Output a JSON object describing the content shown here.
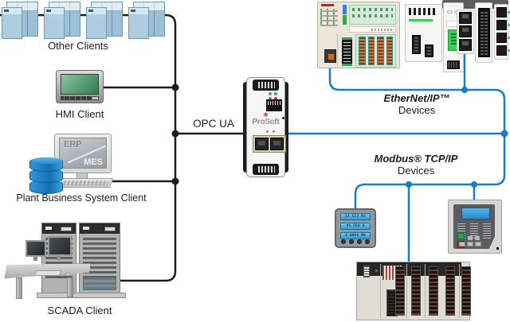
{
  "diagram": {
    "clients": {
      "other": {
        "label": "Other Clients"
      },
      "hmi": {
        "label": "HMI Client"
      },
      "plant": {
        "label": "Plant Business System Client",
        "screen_top": "ERP",
        "screen_bottom": "MES"
      },
      "scada": {
        "label": "SCADA Client"
      }
    },
    "bus": {
      "protocol_label": "OPC UA"
    },
    "gateway": {
      "brand": "ProSoft",
      "logo_star": "✱"
    },
    "device_groups": {
      "ethernet": {
        "title": "EtherNet/IP™",
        "subtitle": "Devices"
      },
      "modbus": {
        "title": "Modbus® TCP/IP",
        "subtitle": "Devices"
      }
    },
    "meter": {
      "display_lines": [
        "22.523 KV",
        "44.350 A",
        "3.0000 MW"
      ]
    },
    "colors": {
      "line_black": "#1c1c1c",
      "line_blue": "#1b7ac0",
      "cabinet_blue": "#9cc0d8",
      "hmi_screen_green": "#4f9e6a",
      "database_blue": "#1f8dd6",
      "schneider_green": "#3dcd58",
      "plc_cream": "#ebe6d9",
      "meter_display_blue": "#45b2e8",
      "relay_face_gray": "#595c60",
      "prosoft_red": "#e23b4e"
    }
  }
}
